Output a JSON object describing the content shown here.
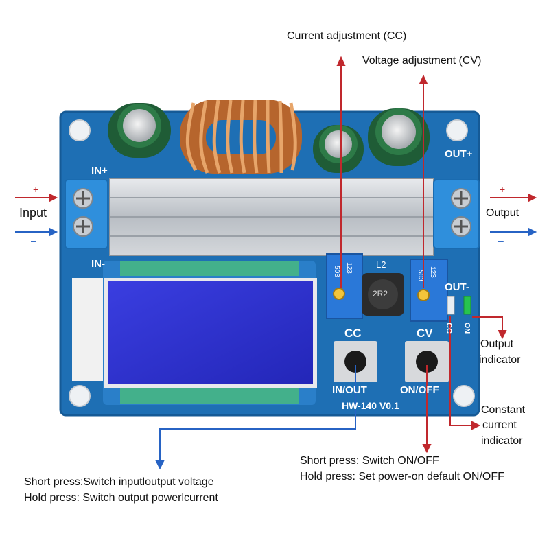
{
  "callouts": {
    "current_adjustment": "Current adjustment (CC)",
    "voltage_adjustment": "Voltage adjustment (CV)",
    "input": "Input",
    "output": "Output",
    "output_indicator_line1": "Output",
    "output_indicator_line2": "indicator",
    "cc_indicator_line1": "Constant",
    "cc_indicator_line2": "current",
    "cc_indicator_line3": "indicator",
    "onoff_short": "Short press: Switch ON/OFF",
    "onoff_hold": "Hold press: Set power-on default ON/OFF",
    "inout_short": "Short press:Switch inputloutput voltage",
    "inout_hold": "Hold press: Switch output powerlcurrent"
  },
  "polarity": {
    "plus": "+",
    "minus": "–"
  },
  "board": {
    "model": "HW-140  V0.1",
    "in_plus": "IN+",
    "in_minus": "IN-",
    "out_plus": "OUT+",
    "out_minus": "OUT-",
    "cc_label": "CC",
    "cv_label": "CV",
    "inout_button_label": "IN/OUT",
    "onoff_button_label": "ON/OFF",
    "inductor_label": "L2",
    "inductor_code": "2R2",
    "pot_code_cc": "503",
    "pot_code_cv": "503",
    "pot_digits": "123",
    "led_cc_text": "CC",
    "led_on_text": "ON"
  },
  "colors": {
    "board": "#1e6fb4",
    "arrow_red": "#c0282d",
    "arrow_blue": "#2763c4",
    "terminal": "#2f8fdc",
    "lcd": "#2b2fd0"
  }
}
